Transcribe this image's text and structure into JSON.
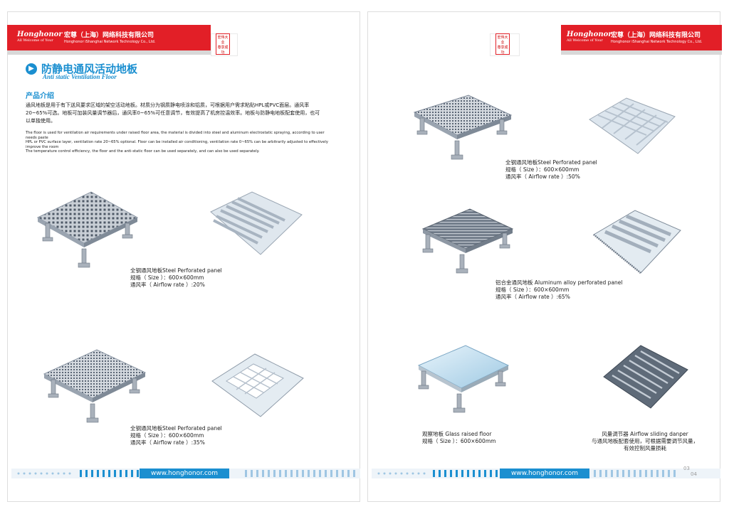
{
  "company": {
    "name_cn": "宏尊（上海）网络科技有限公司",
    "name_en": "Honghonor iShanghai Network Technology Co., Ltd.",
    "logo": "Honghonor",
    "logo_tag": "All Welcome of Your"
  },
  "stamp": {
    "line1": "宏伟大业",
    "line2": "尊享成功"
  },
  "colors": {
    "brand_red": "#e21f27",
    "brand_blue": "#1b8fd0"
  },
  "section": {
    "title_cn": "防静电通风活动地板",
    "title_en": "Anti static Ventilation Floor",
    "intro_head": "产品介绍",
    "intro_cn": "通风地板是用于有下送风要求区域的架空活动地板。材质分为钢质静电喷涂和铝质，可根据用户需求粘贴HPL或PVC面层。通风率20~65%可选。地板可加装风量调节器后，通风率0~65%可任意调节，有效提高了机房控温效率。地板与防静电地板配套使用，也可以单独使用。",
    "intro_en": [
      "The floor is used for ventilation air requirements under raised floor area, the material is divided into steel and aluminum electrostatic spraying, according to user",
      " needs paste",
      "HPL or PVC surface layer, ventilation rate 20~65% optional. Floor can be installed air conditioning, ventilation rate 0~65% can be arbitrarily adjusted to effectively",
      " improve the room",
      "The temperature control efficiency, the floor and the anti-static floor can be used separately, and can also be used separately."
    ]
  },
  "products": [
    {
      "name": "全钢通风地板Steel Perforated panel",
      "size": "规格（ Size ）：600×600mm",
      "rate": "通风率（ Airflow rate ）:20%"
    },
    {
      "name": "全钢通风地板Steel Perforated panel",
      "size": "规格（ Size ）：600×600mm",
      "rate": "通风率（ Airflow rate ）:35%"
    },
    {
      "name": "全钢通风地板Steel Perforated panel",
      "size": "规格（ Size ）：600×600mm",
      "rate": "通风率（ Airflow rate ）:50%"
    },
    {
      "name": "铝合金通风地板 Aluminum alloy perforated panel",
      "size": "规格（ Size ）：600×600mm",
      "rate": "通风率（ Airflow rate ）:65%"
    },
    {
      "name": "观察地板 Glass raised floor",
      "size": "规格（ Size ）：600×600mm"
    },
    {
      "name": "风量调节器 Airflow sliding danper",
      "line2": "与通风地板配套使用，可根据需要调节风量，",
      "line3": "有效控制风量损耗"
    }
  ],
  "footer": {
    "url": "www.honghonor.com",
    "page": "03",
    "page2": "04"
  }
}
